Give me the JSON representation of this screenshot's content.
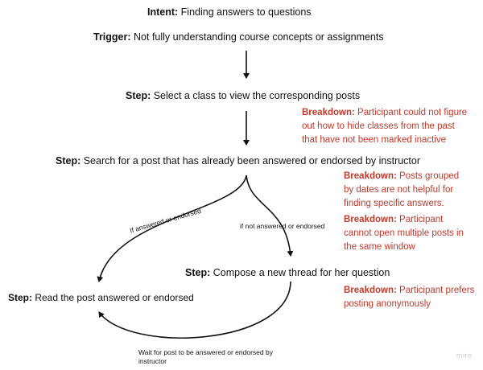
{
  "intent": {
    "label": "Intent:",
    "text": " Finding answers to questions"
  },
  "trigger": {
    "label": "Trigger:",
    "text": " Not fully understanding course concepts or assignments"
  },
  "step1": {
    "label": "Step:",
    "text": " Select a class to view the corresponding posts"
  },
  "step2": {
    "label": "Step:",
    "text": " Search for a post that has already been answered or endorsed by instructor"
  },
  "step3": {
    "label": "Step:",
    "text": " Compose a new thread for her question"
  },
  "step4": {
    "label": "Step:",
    "text": " Read the post answered or endorsed"
  },
  "breakdowns": [
    {
      "label": "Breakdown:",
      "lines": [
        " Participant could not figure",
        "out how to hide classes from the past",
        "that have not been marked inactive"
      ]
    },
    {
      "label": "Breakdown:",
      "lines": [
        " Posts grouped",
        "by dates are not helpful for",
        "finding specific answers."
      ]
    },
    {
      "label": "Breakdown:",
      "lines": [
        " Participant",
        "cannot open multiple posts in",
        "the same window"
      ]
    },
    {
      "label": "Breakdown:",
      "lines": [
        " Participant prefers",
        "posting anonymously"
      ]
    }
  ],
  "edges": {
    "answered": "If answered or endorsed",
    "not_answered": "if not answered or endorsed",
    "wait_line1": "Wait for post to be answered or endorsed by",
    "wait_line2": "instructor"
  },
  "watermark": "miro",
  "colors": {
    "breakdown": "#c0392b",
    "text": "#111111",
    "watermark": "#c9c9c9"
  }
}
